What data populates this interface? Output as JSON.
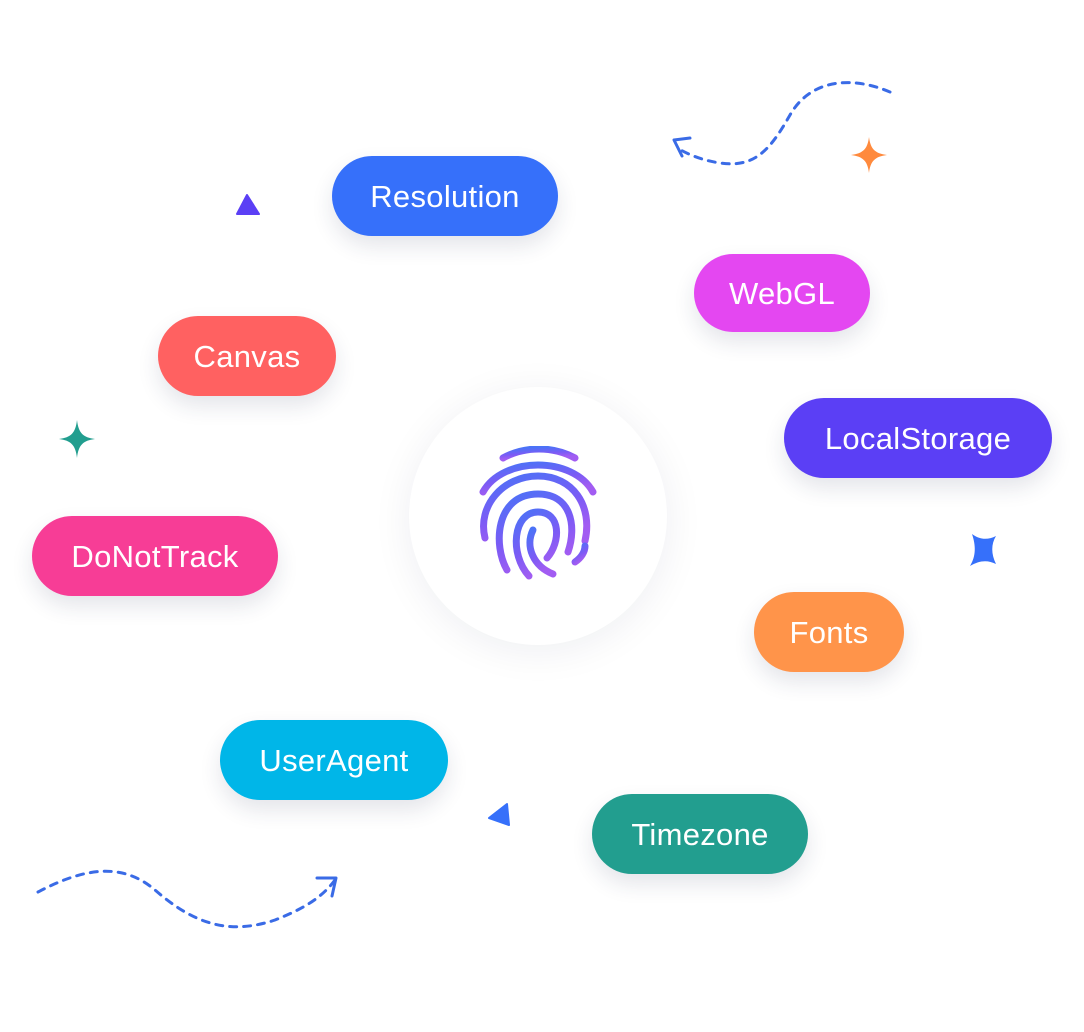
{
  "center": {
    "icon": "fingerprint-icon"
  },
  "tags": [
    {
      "label": "Resolution",
      "color": "#3670FA"
    },
    {
      "label": "WebGL",
      "color": "#E447F1"
    },
    {
      "label": "Canvas",
      "color": "#FF6161"
    },
    {
      "label": "LocalStorage",
      "color": "#5B3FF5"
    },
    {
      "label": "DoNotTrack",
      "color": "#F73D96"
    },
    {
      "label": "Fonts",
      "color": "#FF944A"
    },
    {
      "label": "UserAgent",
      "color": "#00B6E8"
    },
    {
      "label": "Timezone",
      "color": "#229E8F"
    }
  ],
  "decorations": {
    "dashed_arrow_color": "#3A6BE6",
    "sparkle_orange": "#FF8A3D",
    "sparkle_teal": "#229E8F",
    "sparkle_blue": "#3670FA",
    "triangle_purple": "#5B3FF5",
    "triangle_blue": "#3670FA"
  }
}
